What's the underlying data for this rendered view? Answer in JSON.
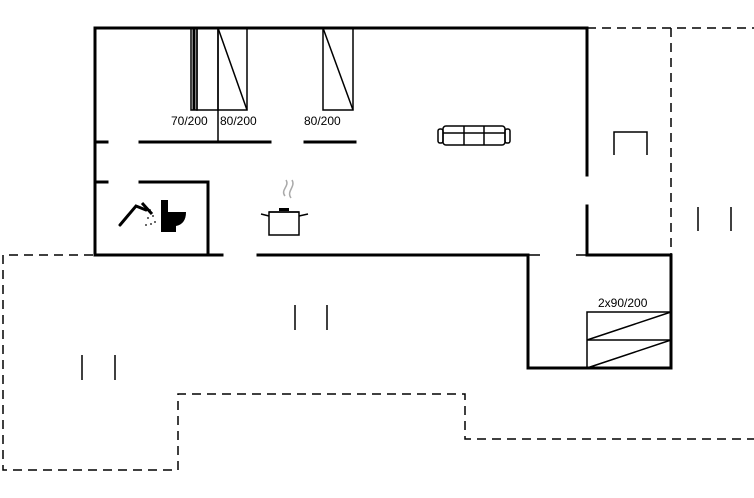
{
  "bed_labels": {
    "bed1": "70/200",
    "bed2": "80/200",
    "bed3": "80/200",
    "bed4": "2x90/200"
  },
  "icons": [
    "shower-icon",
    "toilet-icon",
    "cooking-pot-icon",
    "sofa-icon",
    "chair-icon"
  ]
}
